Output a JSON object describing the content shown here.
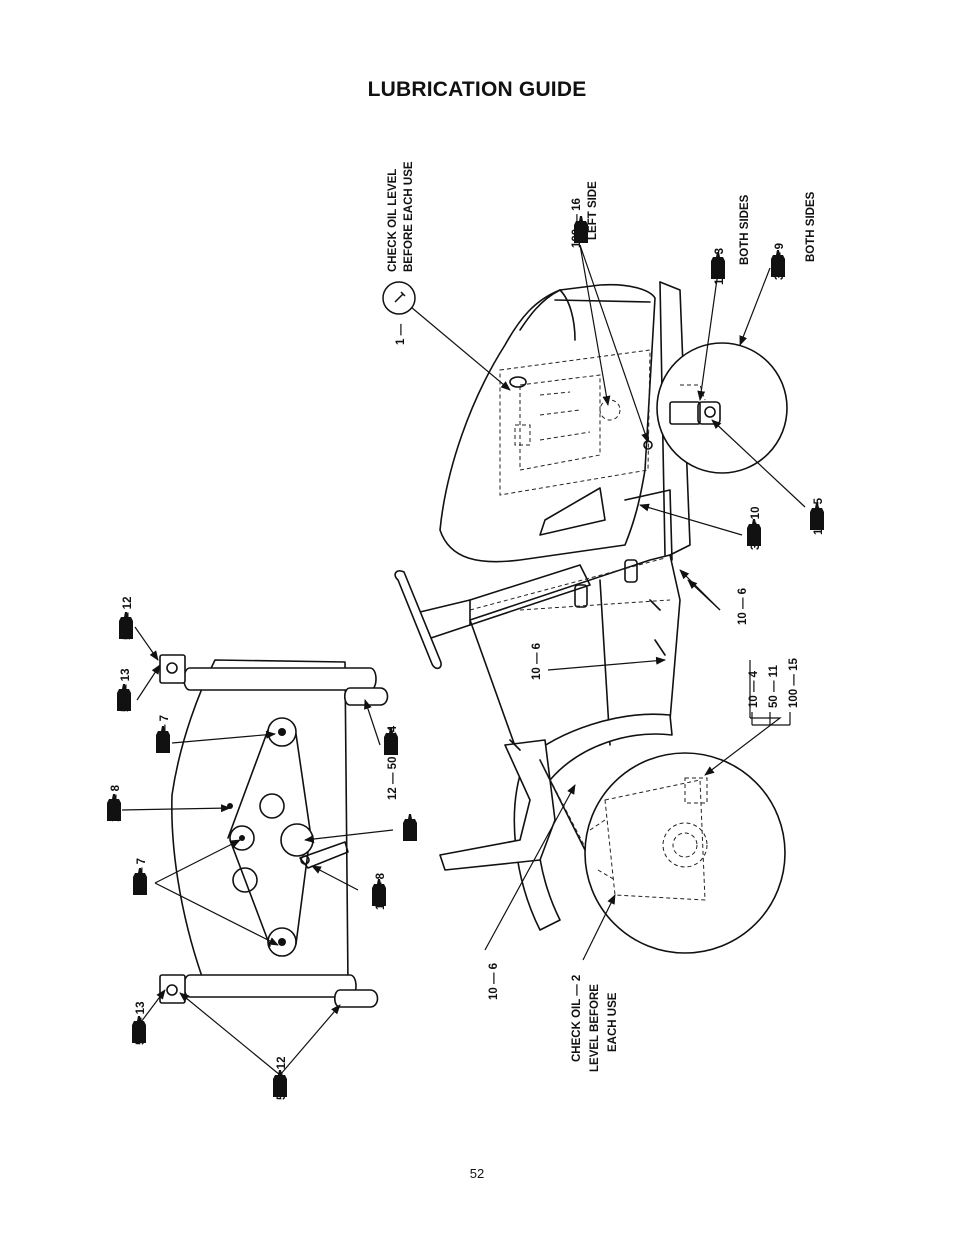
{
  "title": "LUBRICATION GUIDE",
  "page_number": "52",
  "callouts": {
    "check_oil_engine": {
      "num": "1",
      "lines": [
        "CHECK OIL LEVEL",
        "BEFORE EACH USE"
      ]
    },
    "check_oil_trans": {
      "num": "2",
      "lines": [
        "CHECK OIL",
        "LEVEL BEFORE",
        "EACH USE"
      ]
    },
    "c16": {
      "hours": "100",
      "num": "16",
      "note": "LEFT SIDE"
    },
    "c3": {
      "hours": "10",
      "num": "3",
      "note": "BOTH SIDES"
    },
    "c9": {
      "hours": "30",
      "num": "9",
      "note": "BOTH SIDES"
    },
    "c10": {
      "hours": "30",
      "num": "10"
    },
    "c5": {
      "hours": "10",
      "num": "5"
    },
    "c6_a": {
      "hours": "10",
      "num": "6"
    },
    "c6_b": {
      "hours": "10",
      "num": "6"
    },
    "c6_c": {
      "hours": "10",
      "num": "6"
    },
    "group": [
      {
        "hours": "10",
        "num": "4"
      },
      {
        "hours": "50",
        "num": "11"
      },
      {
        "hours": "100",
        "num": "15"
      }
    ],
    "deck": {
      "c12_top": {
        "hours": "50",
        "num": "12"
      },
      "c13_top": {
        "hours": "50",
        "num": "13"
      },
      "c7_top": {
        "hours": "10",
        "num": "7"
      },
      "c8_top": {
        "hours": "10",
        "num": "8"
      },
      "c7_bottom": {
        "hours": "10",
        "num": "7"
      },
      "c13_bottom": {
        "hours": "50",
        "num": "13"
      },
      "c12_bottom": {
        "hours": "50",
        "num": "12"
      },
      "c12_14": {
        "hours": "50",
        "num_a": "12",
        "num_b": "14"
      },
      "c8_bottom": {
        "hours": "10",
        "num": "8"
      }
    }
  }
}
